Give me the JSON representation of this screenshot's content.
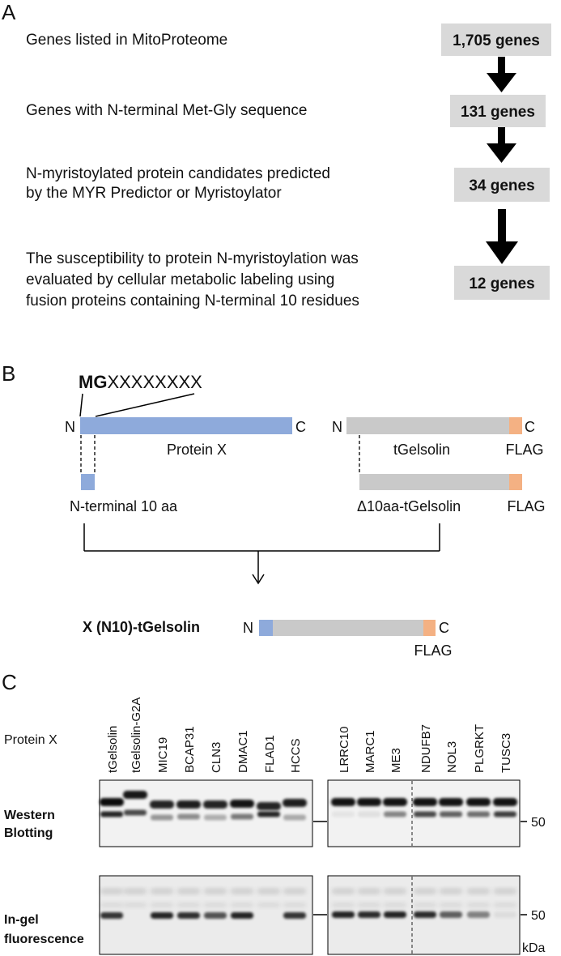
{
  "panel_a": {
    "label": "A",
    "steps": [
      {
        "text_lines": [
          "Genes listed in MitoProteome"
        ],
        "count": "1,705 genes"
      },
      {
        "text_lines": [
          "Genes with N-terminal Met-Gly sequence"
        ],
        "count": "131 genes"
      },
      {
        "text_lines": [
          "N-myristoylated protein candidates predicted",
          "by the MYR Predictor or Myristoylator"
        ],
        "count": "34 genes"
      },
      {
        "text_lines": [
          "The susceptibility to protein N-myristoylation was",
          "evaluated by cellular metabolic labeling  using",
          "fusion proteins containing N-terminal 10 residues"
        ],
        "count": "12 genes"
      }
    ],
    "colors": {
      "count_box": "#d9d9d9",
      "arrow": "#000000"
    }
  },
  "panel_b": {
    "label": "B",
    "sequence_bold": "MG",
    "sequence_rest": "XXXXXXXX",
    "n_label": "N",
    "c_label": "C",
    "protein_x": "Protein X",
    "n_terminal": "N-terminal 10 aa",
    "tgelsolin": "tGelsolin",
    "flag": "FLAG",
    "delta_tgelsolin": "Δ10aa-tGelsolin",
    "fusion_name": "X (N10)-tGelsolin",
    "colors": {
      "protein_x": "#8eaadb",
      "gelsolin": "#c9c9c9",
      "flag": "#f4b183"
    }
  },
  "panel_c": {
    "label": "C",
    "protein_x_label": "Protein X",
    "lanes_left": [
      "tGelsolin",
      "tGelsolin-G2A",
      "MIC19",
      "BCAP31",
      "CLN3",
      "DMAC1",
      "FLAD1",
      "HCCS"
    ],
    "lanes_right": [
      "LRRC10",
      "MARC1",
      "ME3",
      "NDUFB7",
      "NOL3",
      "PLGRKT",
      "TUSC3"
    ],
    "western_label_lines": [
      "Western",
      "Blotting"
    ],
    "fluor_label_lines": [
      "In-gel",
      "fluorescence"
    ],
    "marker_western": "50",
    "marker_fluor": "50",
    "kda": "kDa"
  }
}
